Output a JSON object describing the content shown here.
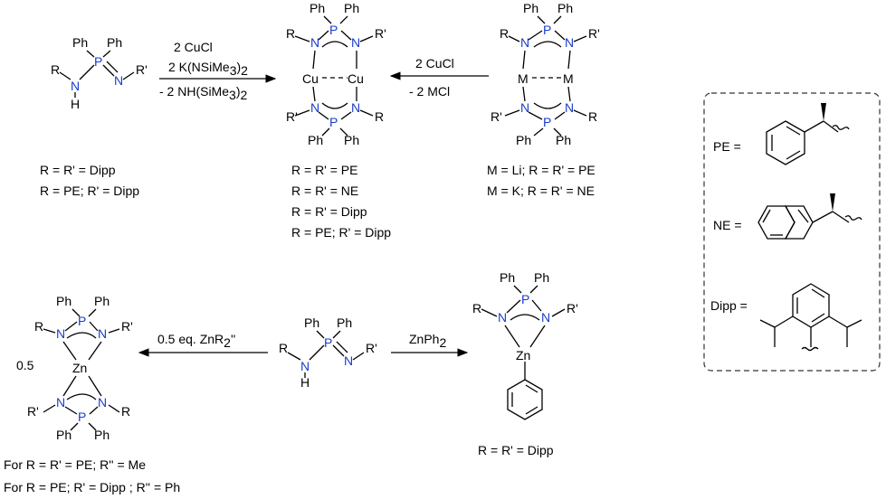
{
  "atoms": {
    "P": "P",
    "N": "N",
    "H": "H",
    "Ph": "Ph",
    "R": "R",
    "Rp": "R'",
    "Cu": "Cu",
    "M": "M",
    "Zn": "Zn"
  },
  "reaction1": {
    "reagent_line1": "2 CuCl",
    "reagent_line2_pre": "2 K(NSiMe",
    "reagent_line2_sub": "3",
    "reagent_line2_post": ")",
    "reagent_line2_sub2": "2",
    "byproduct_pre": "- 2 NH(SiMe",
    "byproduct_sub": "3",
    "byproduct_post": ")",
    "byproduct_sub2": "2"
  },
  "reaction2": {
    "reagent": "2 CuCl",
    "byproduct": "- 2 MCl"
  },
  "reaction3": {
    "reagent_pre": "0.5 eq. ZnR",
    "reagent_sub": "2",
    "reagent_post": "''"
  },
  "reaction4": {
    "reagent_pre": "ZnPh",
    "reagent_sub": "2"
  },
  "labels": {
    "ligand_1": "R = R' = Dipp",
    "ligand_2": "R = PE; R' = Dipp",
    "cu_1": "R = R' = PE",
    "cu_2": "R = R' = NE",
    "cu_3": "R = R' = Dipp",
    "cu_4": "R = PE; R' = Dipp",
    "m_1": "M = Li; R = R' = PE",
    "m_2": "M = K; R = R' = NE",
    "zn2_coef": "0.5",
    "zn2_1": "For R = R' = PE; R'' = Me",
    "zn2_2": "For R = PE; R' = Dipp ; R'' = Ph",
    "znph": "R = R' = Dipp"
  },
  "legend": {
    "pe": "PE =",
    "ne": "NE =",
    "dipp": "Dipp ="
  }
}
